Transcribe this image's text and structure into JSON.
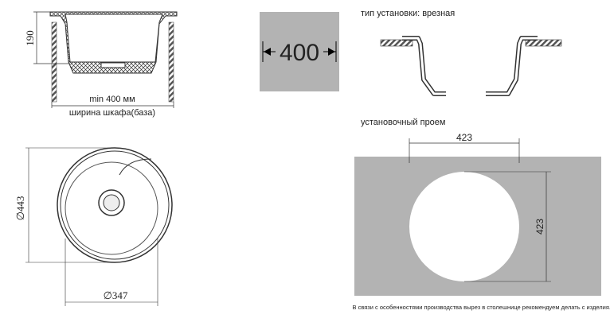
{
  "side_view": {
    "height_dim": "190",
    "min_width": "min 400 мм",
    "cabinet_label": "ширина шкафа(база)"
  },
  "cabinet_badge": {
    "value": "400",
    "color": "#b3b3b3"
  },
  "install": {
    "title": "тип установки: врезная"
  },
  "cutout": {
    "title": "установочный проем",
    "width_dim": "423",
    "height_dim": "423",
    "color": "#b3b3b3"
  },
  "top_view": {
    "outer_dim": "∅443",
    "inner_dim": "∅347"
  },
  "footnote": "В связи с особенностями производства вырез в столешнице рекомендуем делать с изделия."
}
